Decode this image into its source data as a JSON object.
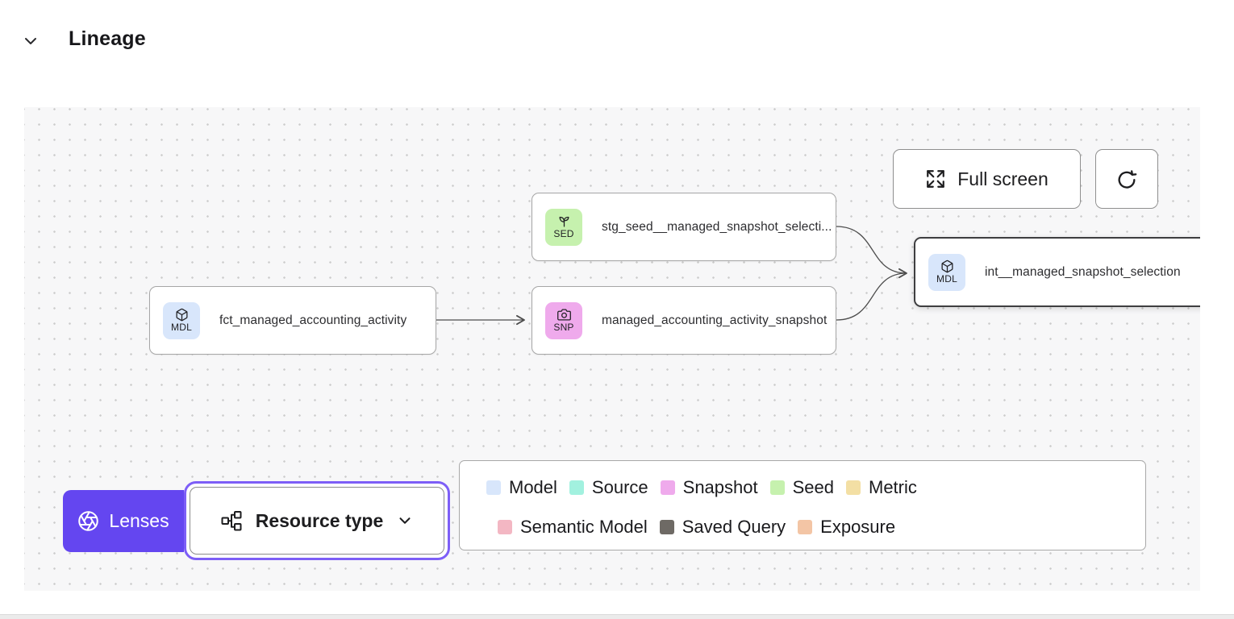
{
  "header": {
    "title": "Lineage"
  },
  "toolbar": {
    "full_screen_label": "Full screen"
  },
  "nodes": {
    "seed": {
      "code": "SED",
      "label": "stg_seed__managed_snapshot_selecti...",
      "color": "#c6f1ae"
    },
    "fct": {
      "code": "MDL",
      "label": "fct_managed_accounting_activity",
      "color": "#d8e6fb"
    },
    "snapshot": {
      "code": "SNP",
      "label": "managed_accounting_activity_snapshot",
      "color": "#efaaec"
    },
    "int": {
      "code": "MDL",
      "label": "int__managed_snapshot_selection",
      "color": "#d8e6fb"
    }
  },
  "legend": {
    "row1": [
      {
        "label": "Model",
        "color": "#d8e6fb"
      },
      {
        "label": "Source",
        "color": "#a2f1df"
      },
      {
        "label": "Snapshot",
        "color": "#efaaec"
      },
      {
        "label": "Seed",
        "color": "#c6f1ae"
      },
      {
        "label": "Metric",
        "color": "#f3dfa4"
      }
    ],
    "row2": [
      {
        "label": "Semantic Model",
        "color": "#f3b7c3"
      },
      {
        "label": "Saved Query",
        "color": "#6e6a65"
      },
      {
        "label": "Exposure",
        "color": "#f3c5a5"
      }
    ]
  },
  "lenses": {
    "label": "Lenses",
    "accent": "#6446f0"
  },
  "resource_type": {
    "label": "Resource type",
    "ring_color": "#7d5ef7"
  }
}
